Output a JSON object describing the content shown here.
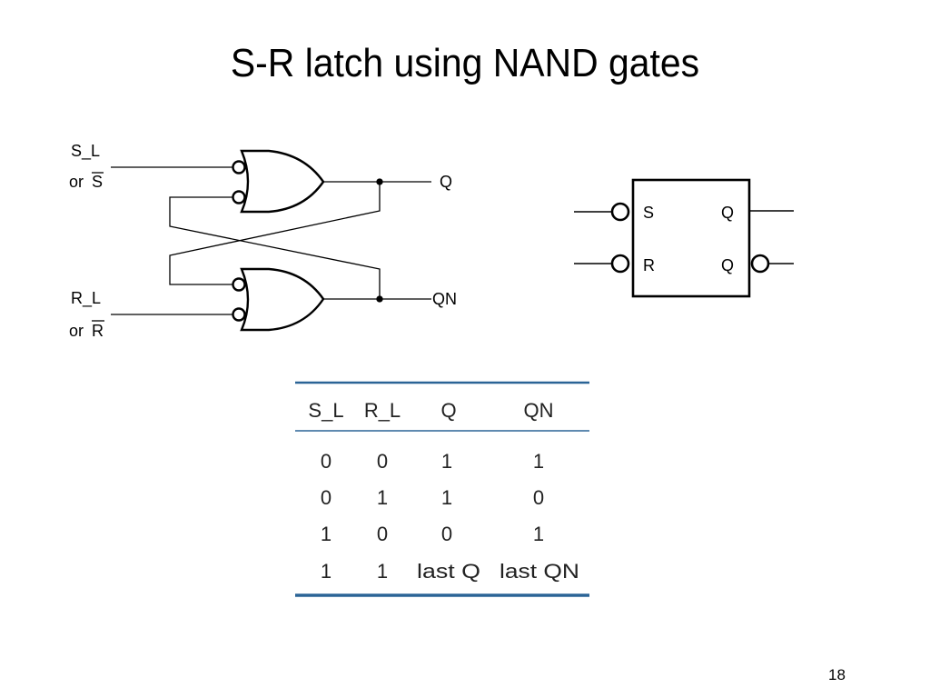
{
  "slide": {
    "title": "S-R latch using NAND gates",
    "page_number": "18"
  },
  "circuit": {
    "inputs": [
      {
        "name": "S_L",
        "alt_prefix": "or",
        "alt_name": "S",
        "alt_overbar": true
      },
      {
        "name": "R_L",
        "alt_prefix": "or",
        "alt_name": "R",
        "alt_overbar": true
      }
    ],
    "outputs": [
      "Q",
      "QN"
    ],
    "gate_type": "OR with inverted inputs (NAND equivalent)"
  },
  "symbol": {
    "pins_left": [
      "S",
      "R"
    ],
    "pins_right": [
      "Q",
      "Q"
    ],
    "inverted_pins": [
      "S",
      "R",
      "Q-bottom"
    ]
  },
  "truth_table": {
    "headers": [
      "S_L",
      "R_L",
      "Q",
      "QN"
    ],
    "rows": [
      [
        "0",
        "0",
        "1",
        "1"
      ],
      [
        "0",
        "1",
        "1",
        "0"
      ],
      [
        "1",
        "0",
        "0",
        "1"
      ],
      [
        "1",
        "1",
        "last Q",
        "last QN"
      ]
    ],
    "rule_color": "#2a6496"
  }
}
